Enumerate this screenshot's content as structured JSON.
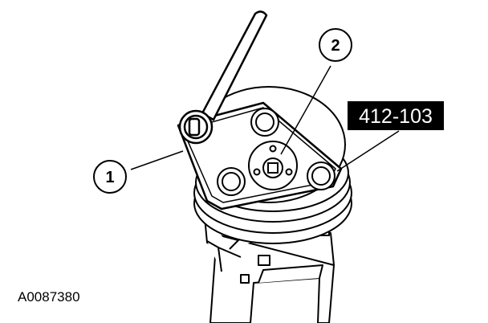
{
  "diagram": {
    "callouts": [
      {
        "id": "1",
        "label": "1"
      },
      {
        "id": "2",
        "label": "2"
      }
    ],
    "tool_label": "412-103",
    "figure_id": "A0087380"
  },
  "colors": {
    "ink": "#000000",
    "paper": "#ffffff",
    "label_fill": "#000000",
    "label_text": "#ffffff"
  }
}
